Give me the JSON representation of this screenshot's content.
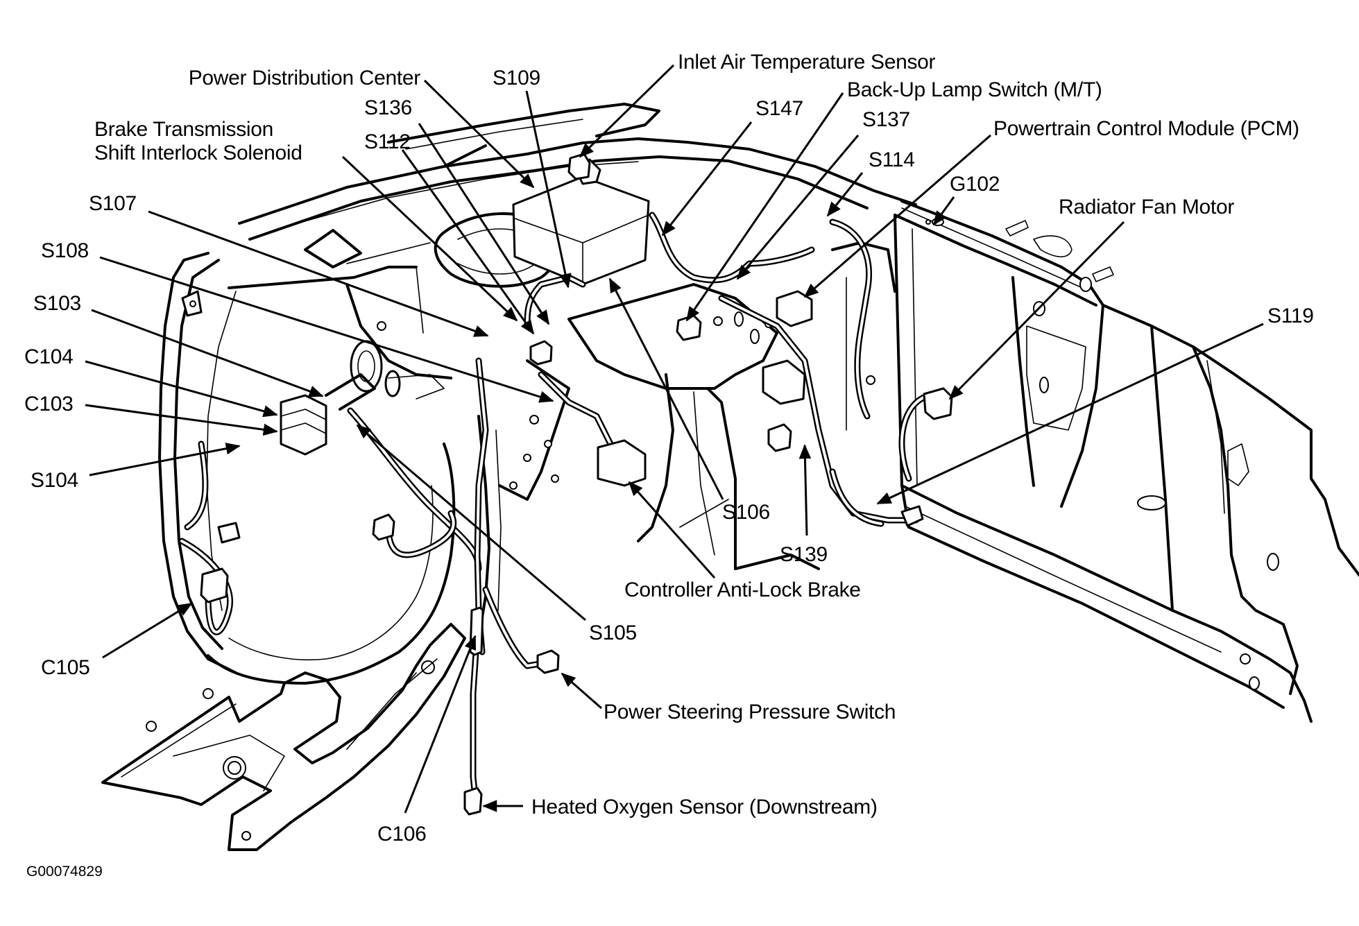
{
  "diagram": {
    "title": "Engine compartment wiring component locations",
    "figure_id": "G00074829",
    "callouts": {
      "power_distribution_center": "Power Distribution Center",
      "s109": "S109",
      "inlet_air_temperature_sensor": "Inlet Air Temperature Sensor",
      "back_up_lamp_switch": "Back-Up Lamp Switch (M/T)",
      "s147": "S147",
      "s137": "S137",
      "s114": "S114",
      "powertrain_control_module": "Powertrain Control Module (PCM)",
      "g102": "G102",
      "radiator_fan_motor": "Radiator Fan Motor",
      "s119": "S119",
      "s136": "S136",
      "s112": "S112",
      "brake_transmission_line1": "Brake Transmission",
      "brake_transmission_line2": "Shift Interlock Solenoid",
      "s107": "S107",
      "s108": "S108",
      "s103": "S103",
      "c104": "C104",
      "c103": "C103",
      "s104": "S104",
      "c105": "C105",
      "s106": "S106",
      "s139": "S139",
      "controller_anti_lock_brake": "Controller Anti-Lock Brake",
      "s105": "S105",
      "power_steering_pressure_switch": "Power Steering Pressure Switch",
      "heated_oxygen_sensor": "Heated Oxygen Sensor (Downstream)",
      "c106": "C106"
    }
  }
}
